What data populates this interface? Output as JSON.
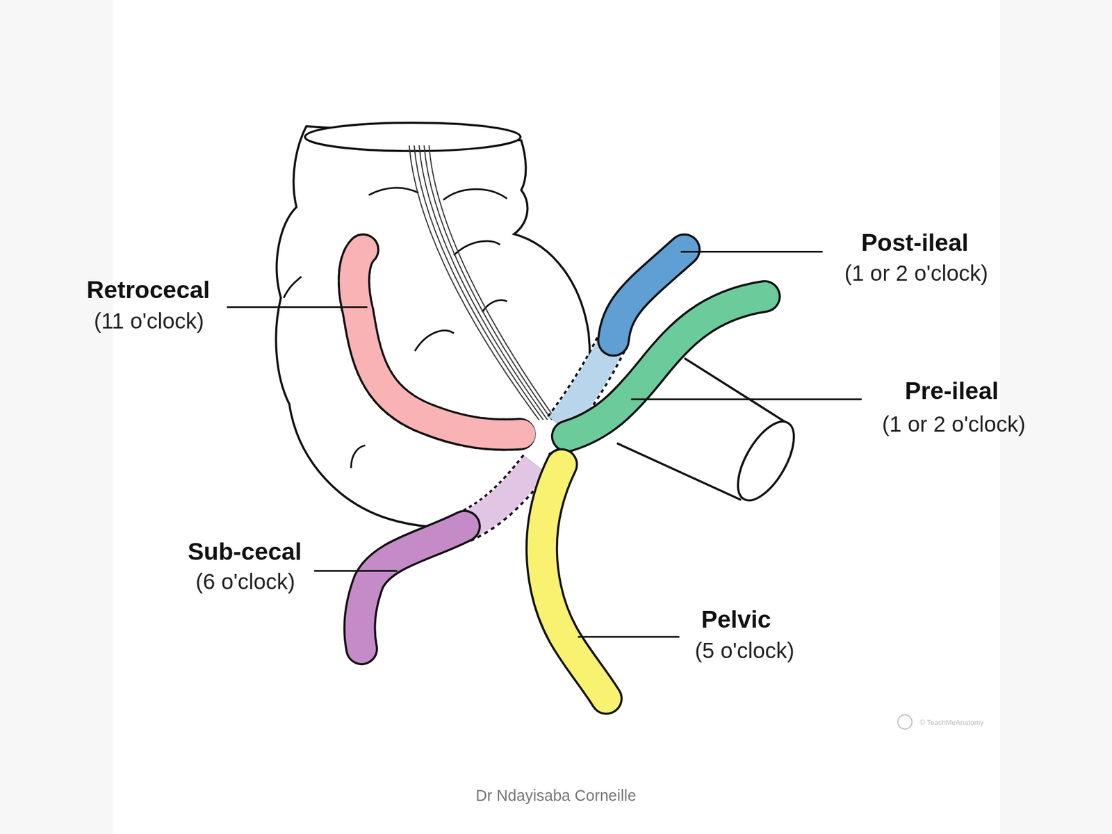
{
  "diagram": {
    "labels": [
      "Retrocecal",
      "(11 o'clock)",
      "Post-ileal",
      "(1 or 2 o'clock)",
      "Pre-ileal",
      "(1 or 2 o'clock)",
      "Sub-cecal",
      "(6 o'clock)",
      "Pelvic",
      "(5 o'clock)",
      "© TeachMeAnatomy",
      "Dr Ndayisaba Corneille"
    ]
  }
}
